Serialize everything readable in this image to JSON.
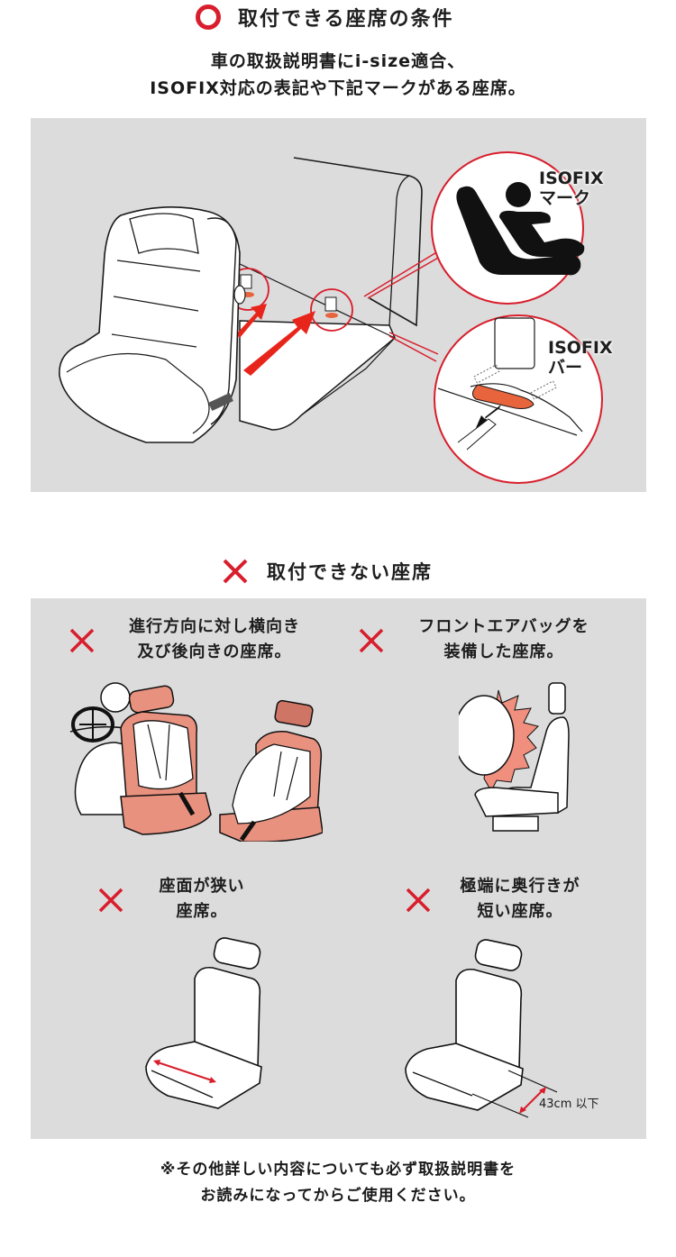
{
  "section_ok": {
    "icon": "circle-icon",
    "title": "取付できる座席の条件",
    "subtitle_lines": [
      "車の取扱説明書にi-size適合、",
      "ISOFIX対応の表記や下記マークがある座席。"
    ],
    "callouts": {
      "mark": {
        "line1": "ISOFIX",
        "line2": "マーク"
      },
      "bar": {
        "line1": "ISOFIX",
        "line2": "バー"
      }
    }
  },
  "section_ng": {
    "icon": "cross-icon",
    "title": "取付できない座席",
    "items": [
      {
        "icon": "cross-icon",
        "line1": "進行方向に対し横向き",
        "line2": "及び後向きの座席。"
      },
      {
        "icon": "cross-icon",
        "line1": "フロントエアバッグを",
        "line2": "装備した座席。"
      },
      {
        "icon": "cross-icon",
        "line1": "座面が狭い",
        "line2": "座席。"
      },
      {
        "icon": "cross-icon",
        "line1": "極端に奥行きが",
        "line2": "短い座席。",
        "dimension_label": "43cm 以下"
      }
    ]
  },
  "footer_note": {
    "line1": "※その他詳しい内容についても必ず取扱説明書を",
    "line2": "お読みになってからご使用ください。"
  },
  "colors": {
    "accent_red": "#d81e2c",
    "panel_gray": "#dcdcdc",
    "salmon": "#e8917f",
    "orange": "#e8643c"
  }
}
